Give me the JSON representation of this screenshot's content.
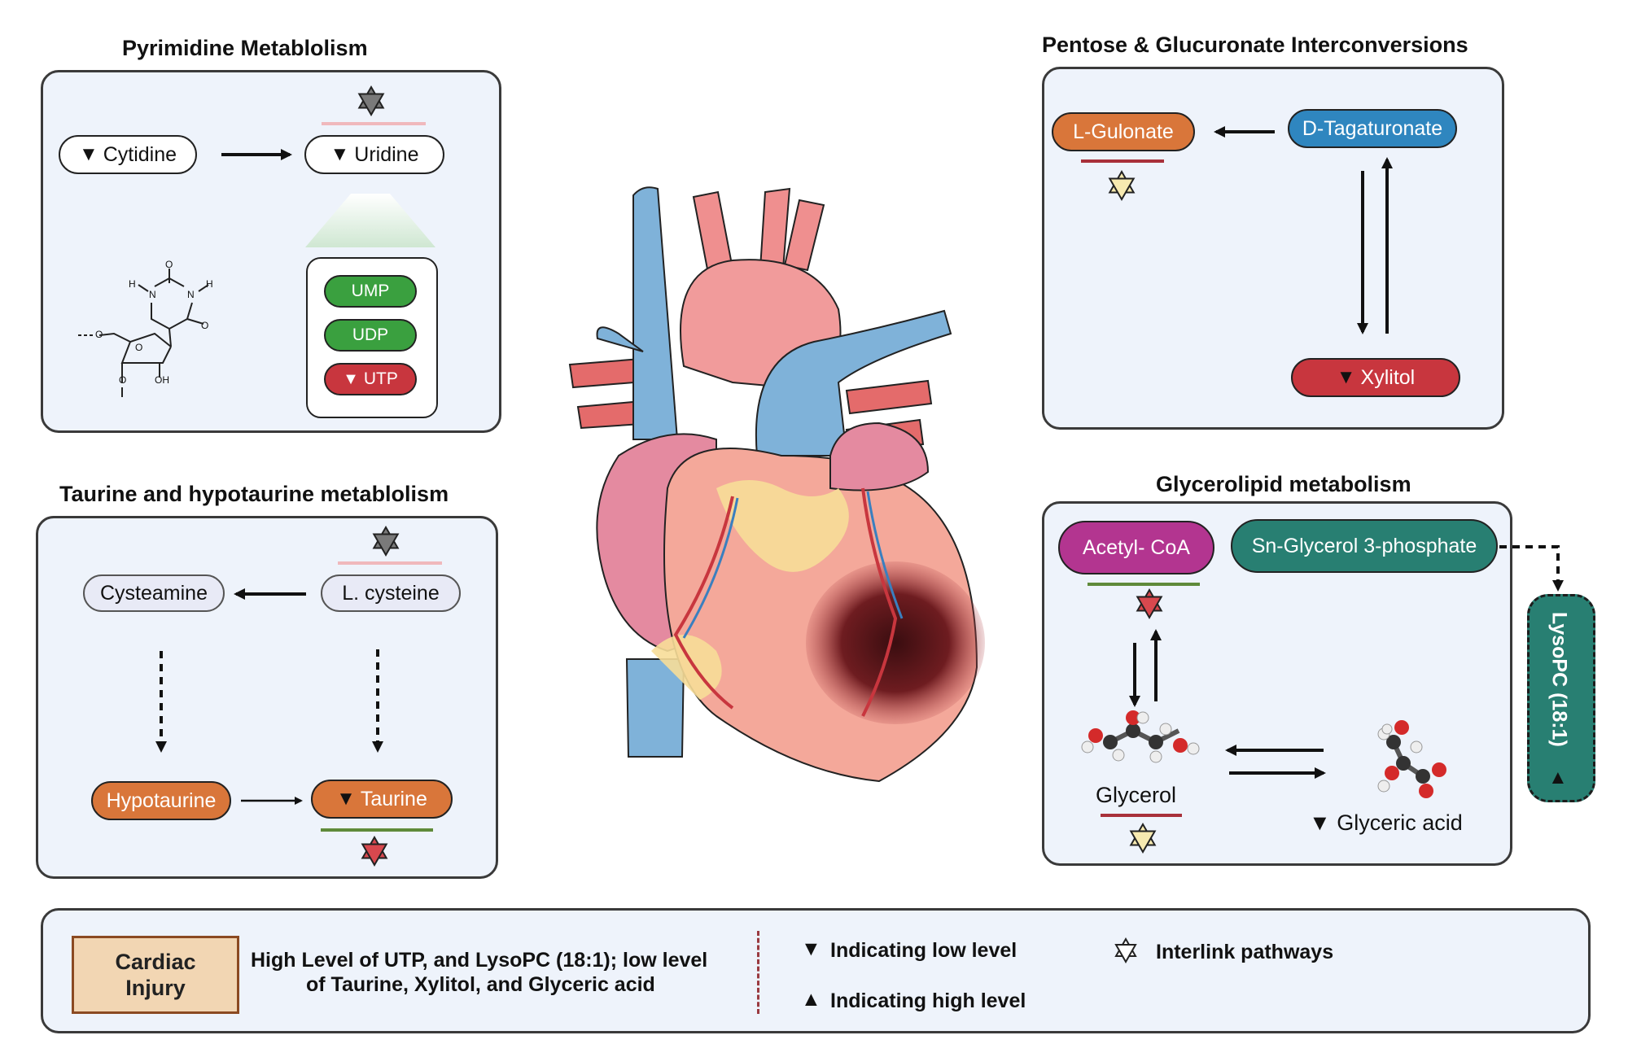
{
  "pyrimidine": {
    "title": "Pyrimidine Metablolism",
    "cytidine": "Cytidine",
    "uridine": "Uridine",
    "ump": "UMP",
    "udp": "UDP",
    "utp": "UTP",
    "struct_labels": [
      "O",
      "O",
      "H",
      "N",
      "N",
      "H",
      "O",
      "O",
      "OH",
      "O"
    ]
  },
  "taurine": {
    "title": "Taurine and hypotaurine metablolism",
    "cysteamine": "Cysteamine",
    "lcysteine": "L. cysteine",
    "hypotaurine": "Hypotaurine",
    "taurine": "Taurine"
  },
  "pentose": {
    "title": "Pentose & Glucuronate Interconversions",
    "lgulonate": "L-Gulonate",
    "dtagaturonate": "D-Tagaturonate",
    "xylitol": "Xylitol"
  },
  "glycerolipid": {
    "title": "Glycerolipid metabolism",
    "acetylcoa": "Acetyl- CoA",
    "snglycerol": "Sn-Glycerol 3-phosphate",
    "glycerol": "Glycerol",
    "glyceric": "Glyceric acid",
    "lysopc": "LysoPC (18:1)"
  },
  "legend": {
    "cardiac": "Cardiac Injury",
    "summary_line1": "High Level of UTP, and LysoPC (18:1); low level",
    "summary_line2": "of Taurine, Xylitol, and Glyceric acid",
    "low": "Indicating low level",
    "high": "Indicating high level",
    "interlink": "Interlink pathways"
  },
  "symbols": {
    "down": "▼",
    "up": "▲",
    "star": "✡"
  },
  "colors": {
    "panel_bg": "#eef3fb",
    "orange": "#d9763a",
    "blue": "#2f86bf",
    "red": "#c8363e",
    "green": "#3aa03f",
    "magenta": "#b33590",
    "teal": "#287f72",
    "star_gray": "#7a7a7a",
    "star_red": "#d8484e",
    "star_yellow": "#f7eab0"
  }
}
